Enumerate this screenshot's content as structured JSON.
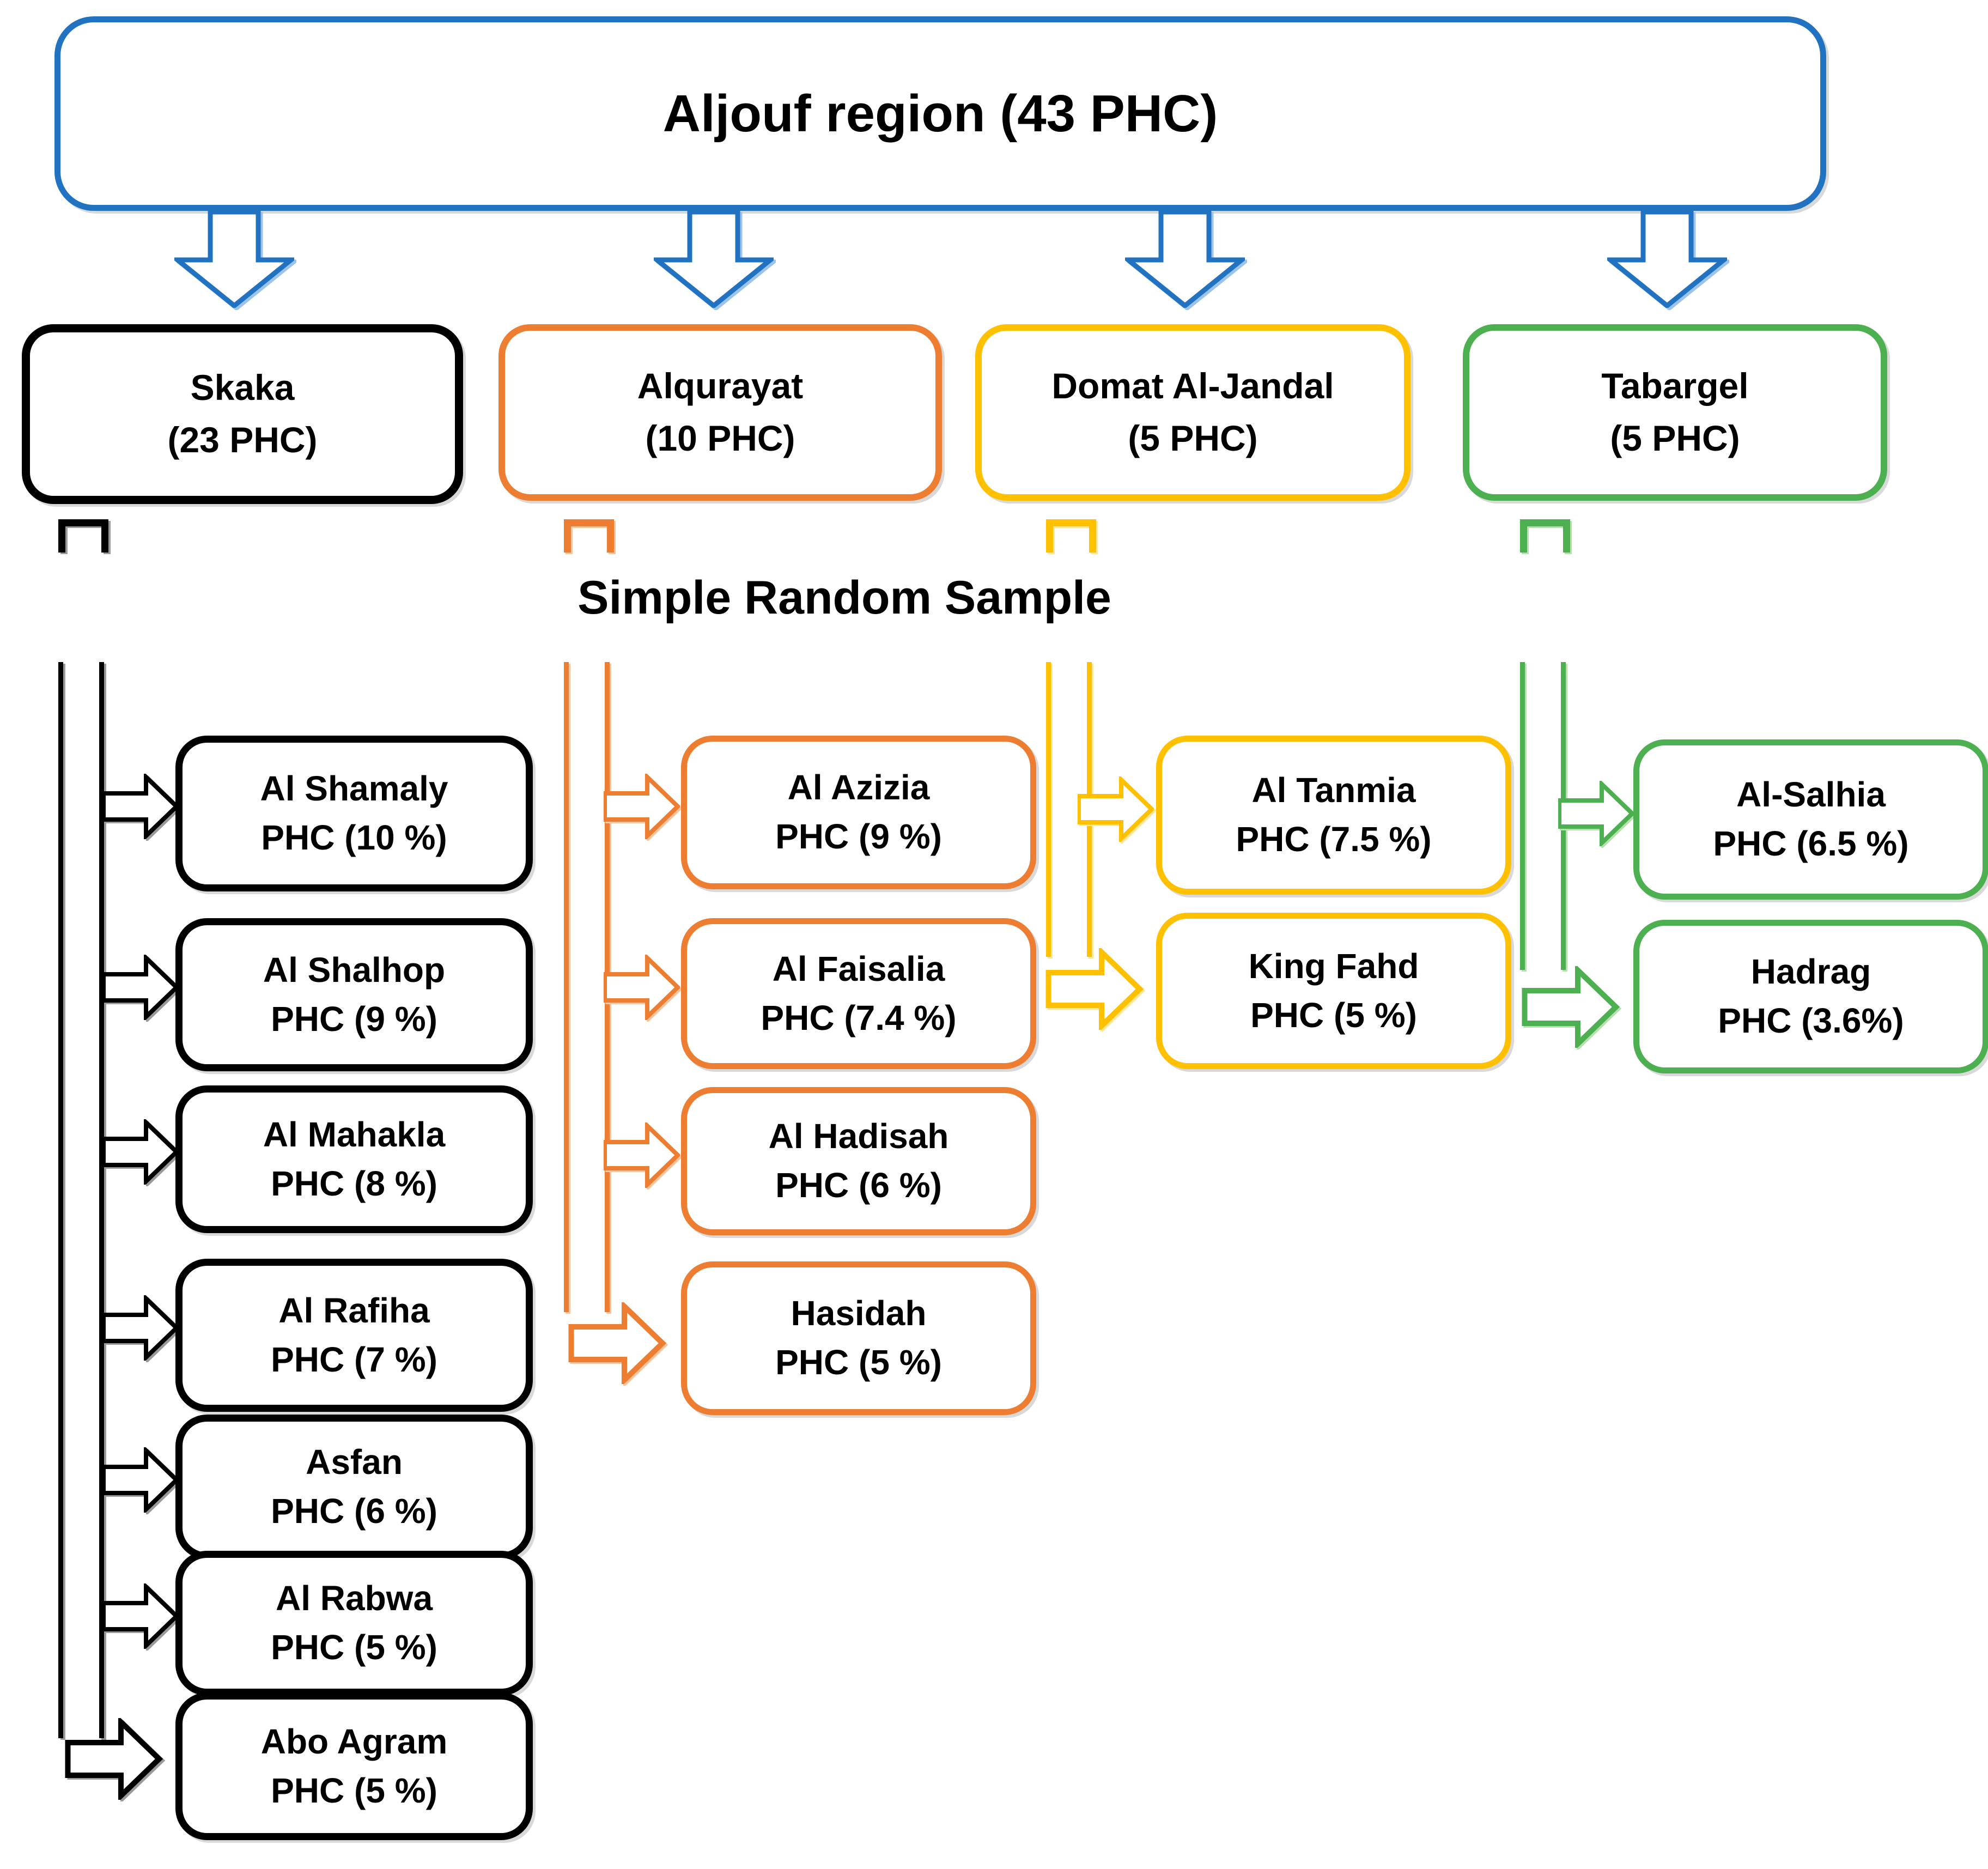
{
  "title": "Aljouf region (43 PHC)",
  "sample_label": "Simple Random Sample",
  "colors": {
    "blue": "#2173C2",
    "black": "#000000",
    "orange": "#ED7D31",
    "yellow": "#FFC000",
    "green": "#4CAF50"
  },
  "regions": [
    {
      "name": "Skaka",
      "count": "(23 PHC)",
      "color": "#000000",
      "children": [
        {
          "name": "Al Shamaly",
          "pct": "PHC (10 %)"
        },
        {
          "name": "Al Shalhop",
          "pct": "PHC (9 %)"
        },
        {
          "name": "Al Mahakla",
          "pct": "PHC (8 %)"
        },
        {
          "name": "Al Rafiha",
          "pct": "PHC (7 %)"
        },
        {
          "name": "Asfan",
          "pct": "PHC (6 %)"
        },
        {
          "name": "Al Rabwa",
          "pct": "PHC (5 %)"
        },
        {
          "name": "Abo Agram",
          "pct": "PHC (5 %)"
        }
      ]
    },
    {
      "name": "Alqurayat",
      "count": "(10 PHC)",
      "color": "#ED7D31",
      "children": [
        {
          "name": "Al Azizia",
          "pct": "PHC (9 %)"
        },
        {
          "name": "Al Faisalia",
          "pct": "PHC (7.4 %)"
        },
        {
          "name": "Al Hadisah",
          "pct": "PHC (6 %)"
        },
        {
          "name": "Hasidah",
          "pct": "PHC (5 %)"
        }
      ]
    },
    {
      "name": "Domat Al-Jandal",
      "count": "(5 PHC)",
      "color": "#FFC000",
      "children": [
        {
          "name": "Al Tanmia",
          "pct": "PHC (7.5 %)"
        },
        {
          "name": "King Fahd",
          "pct": "PHC (5 %)"
        }
      ]
    },
    {
      "name": "Tabargel",
      "count": "(5 PHC)",
      "color": "#4CAF50",
      "children": [
        {
          "name": "Al-Salhia",
          "pct": "PHC (6.5 %)"
        },
        {
          "name": "Hadrag",
          "pct": "PHC (3.6%)"
        }
      ]
    }
  ]
}
